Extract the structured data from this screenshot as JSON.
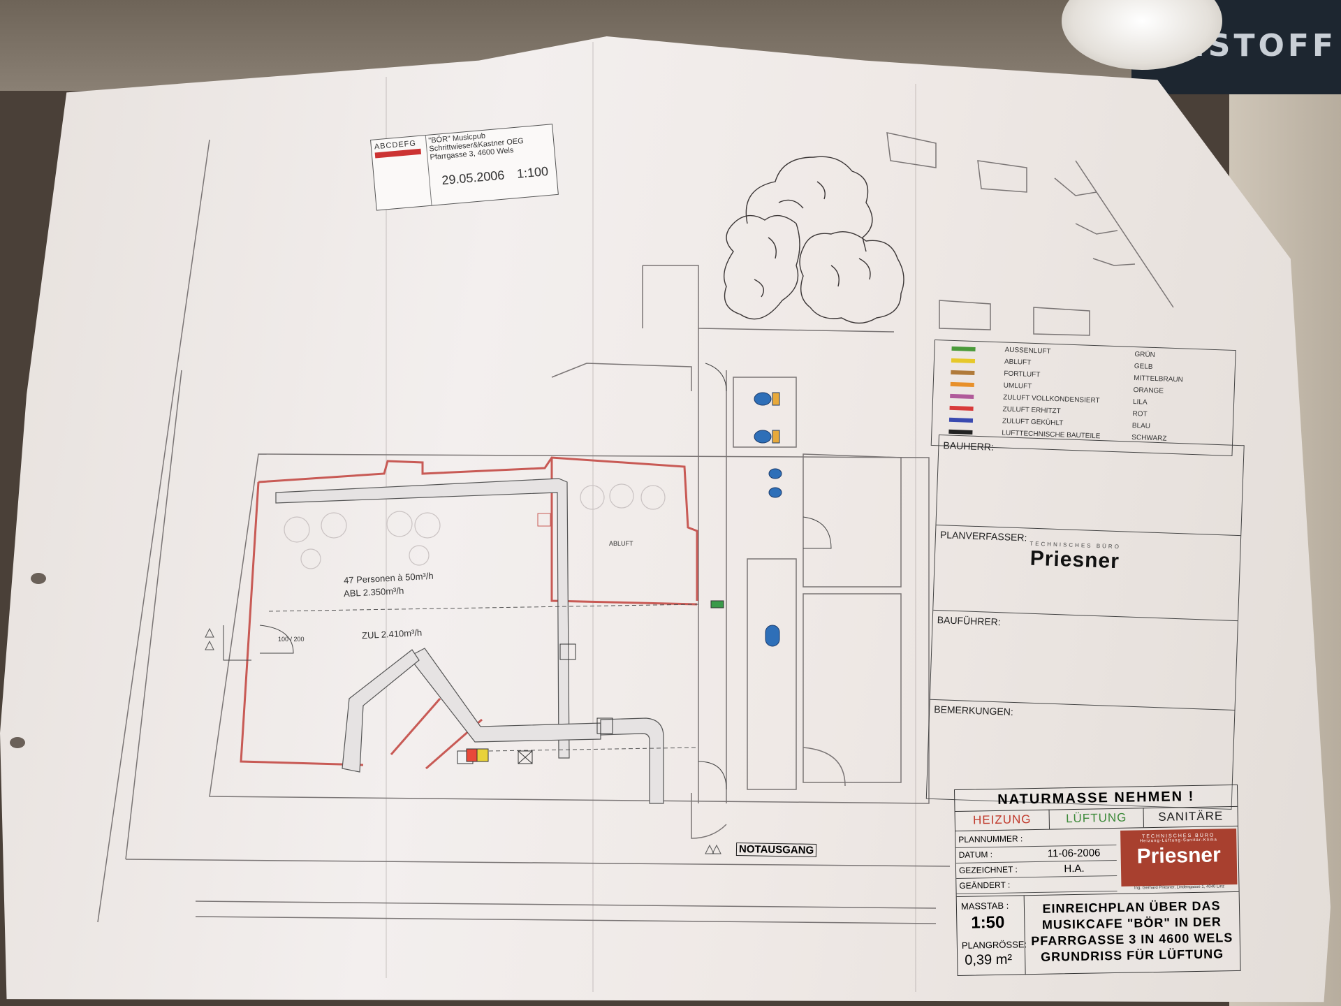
{
  "background": {
    "sign_text": "RISTOFF"
  },
  "title_box": {
    "letters": "ABCDEFG",
    "line1": "\"BÖR\" Musicpub",
    "line2": "Schrittwieser&Kastner OEG",
    "line3": "Pfarrgasse 3, 4600 Wels",
    "date": "29.05.2006",
    "scale": "1:100"
  },
  "legend": [
    {
      "term": "AUSSENLUFT",
      "color_name": "GRÜN",
      "swatch": "#4a9a3a"
    },
    {
      "term": "ABLUFT",
      "color_name": "GELB",
      "swatch": "#e6c82a"
    },
    {
      "term": "FORTLUFT",
      "color_name": "MITTELBRAUN",
      "swatch": "#b07a3a"
    },
    {
      "term": "UMLUFT",
      "color_name": "ORANGE",
      "swatch": "#e8902a"
    },
    {
      "term": "ZULUFT VOLLKONDENSIERT",
      "color_name": "LILA",
      "swatch": "#b05a9a"
    },
    {
      "term": "ZULUFT ERHITZT",
      "color_name": "ROT",
      "swatch": "#d83a3a"
    },
    {
      "term": "ZULUFT GEKÜHLT",
      "color_name": "BLAU",
      "swatch": "#3a4ab0"
    },
    {
      "term": "LUFTTECHNISCHE BAUTEILE",
      "color_name": "SCHWARZ",
      "swatch": "#222222"
    }
  ],
  "fields": {
    "bauherr": "BAUHERR:",
    "planverfasser": "PLANVERFASSER:",
    "bauführer": "BAUFÜHRER:",
    "bemerkungen": "BEMERKUNGEN:"
  },
  "planverfasser_stamp": {
    "line1": "TECHNISCHES BÜRO",
    "name": "Priesner"
  },
  "title_block": {
    "naturmasse": "NATURMASSE NEHMEN !",
    "tabs": [
      "HEIZUNG",
      "LÜFTUNG",
      "SANITÄRE"
    ],
    "tab_colors": [
      "#c0392b",
      "#3d8a3a",
      "#222222"
    ],
    "rows": [
      {
        "label": "PLANNUMMER :",
        "value": ""
      },
      {
        "label": "DATUM :",
        "value": "11-06-2006"
      },
      {
        "label": "GEZEICHNET :",
        "value": "H.A."
      },
      {
        "label": "GEÄNDERT :",
        "value": ""
      }
    ],
    "logo_top": "TECHNISCHES BÜRO",
    "logo_sub": "Heizung-Lüftung-Sanitär-Klima",
    "logo_name": "Priesner",
    "logo_addr": "Ing. Gerhard Priesner, Lindengasse 1, 4040 Linz",
    "masstab_label": "MASSTAB :",
    "masstab_value": "1:50",
    "plangroesse_label": "PLANGRÖSSE:",
    "plangroesse_value": "0,39 m²",
    "description": [
      "EINREICHPLAN ÜBER DAS",
      "MUSIKCAFE \"BÖR\" IN DER",
      "PFARRGASSE 3 IN 4600 WELS",
      "GRUNDRISS FÜR LÜFTUNG"
    ]
  },
  "plan_labels": {
    "persons": "47 Personen à 50m³/h",
    "abl": "ABL 2.350m³/h",
    "zul": "ZUL 2.410m³/h",
    "abluft": "ABLUFT",
    "door": "100 / 200",
    "notausgang": "NOTAUSGANG"
  }
}
